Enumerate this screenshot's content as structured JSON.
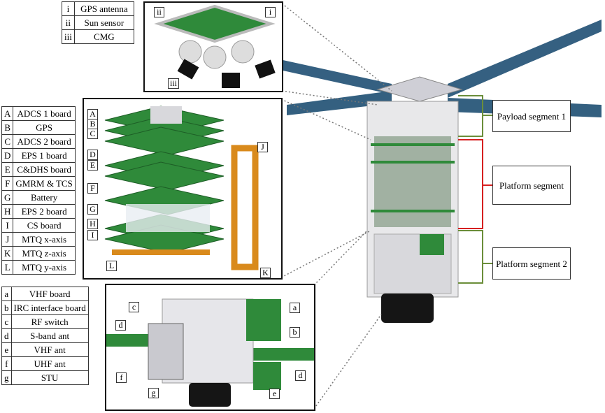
{
  "top_legend": [
    {
      "key": "i",
      "label": "GPS antenna"
    },
    {
      "key": "ii",
      "label": "Sun sensor"
    },
    {
      "key": "iii",
      "label": "CMG"
    }
  ],
  "mid_legend": [
    {
      "key": "A",
      "label": "ADCS 1 board"
    },
    {
      "key": "B",
      "label": "GPS"
    },
    {
      "key": "C",
      "label": "ADCS 2 board"
    },
    {
      "key": "D",
      "label": "EPS 1 board"
    },
    {
      "key": "E",
      "label": "C&DHS board"
    },
    {
      "key": "F",
      "label": "GMRM & TCS"
    },
    {
      "key": "G",
      "label": "Battery"
    },
    {
      "key": "H",
      "label": "EPS 2 board"
    },
    {
      "key": "I",
      "label": "CS board"
    },
    {
      "key": "J",
      "label": "MTQ x-axis"
    },
    {
      "key": "K",
      "label": "MTQ z-axis"
    },
    {
      "key": "L",
      "label": "MTQ y-axis"
    }
  ],
  "bottom_legend": [
    {
      "key": "a",
      "label": "VHF board"
    },
    {
      "key": "b",
      "label": "IRC interface board"
    },
    {
      "key": "c",
      "label": "RF switch"
    },
    {
      "key": "d",
      "label": "S-band ant"
    },
    {
      "key": "e",
      "label": "VHF ant"
    },
    {
      "key": "f",
      "label": "UHF ant"
    },
    {
      "key": "g",
      "label": "STU"
    }
  ],
  "segments": {
    "payload1": "Payload segment 1",
    "platform": "Platform segment",
    "platform2": "Platform segment 2"
  },
  "colors": {
    "payload_bracket": "#6b8e3a",
    "platform_bracket": "#d62020",
    "board": "#2f8a3a",
    "mtq": "#d98a1c",
    "panel": "#1f4f73"
  },
  "labels": {
    "A": "A",
    "B": "B",
    "C": "C",
    "D": "D",
    "E": "E",
    "F": "F",
    "G": "G",
    "H": "H",
    "I": "I",
    "J": "J",
    "K": "K",
    "L": "L",
    "a": "a",
    "b": "b",
    "c": "c",
    "d": "d",
    "e": "e",
    "f": "f",
    "g": "g",
    "i": "i",
    "ii": "ii",
    "iii": "iii"
  }
}
